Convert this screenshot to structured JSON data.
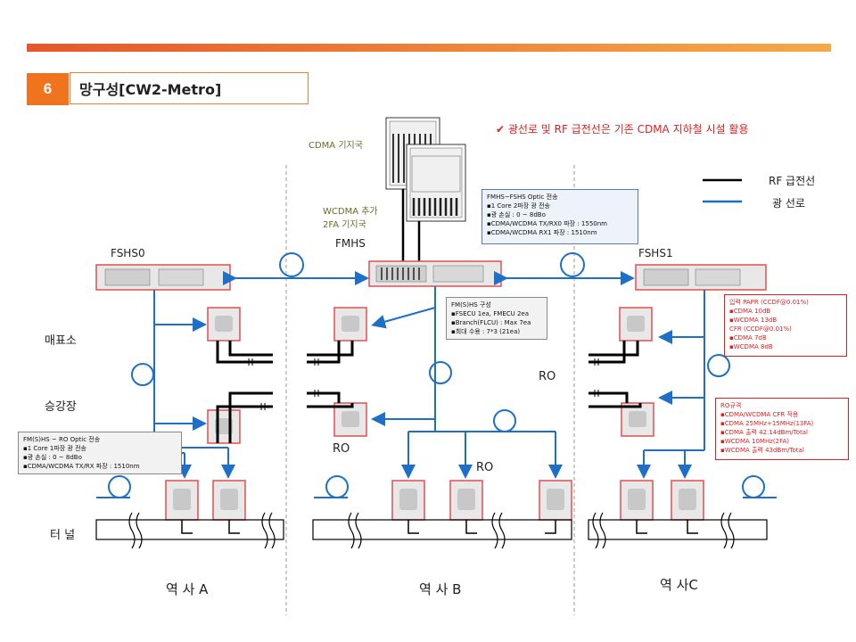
{
  "header": {
    "section_number": "6",
    "section_title": "망구성[CW2-Metro]"
  },
  "notice": "✔ 광선로 및 RF 급전선은 기존 CDMA 지하철 시설 활용",
  "legend": [
    {
      "label": "RF 급전선",
      "color": "#000000"
    },
    {
      "label": "광 선로",
      "color": "#1e6fc8"
    }
  ],
  "equipment": {
    "cdma_bts": "CDMA 기지국",
    "wcdma_bts_line1": "WCDMA 추가",
    "wcdma_bts_line2": "2FA 기지국",
    "fmhs": "FMHS",
    "fshs0": "FSHS0",
    "fshs1": "FSHS1"
  },
  "ro_labels": {
    "center": "RO",
    "left_mid": "RO",
    "center_low": "RO"
  },
  "row_labels": {
    "ticket": "매표소",
    "platform": "승강장",
    "tunnel": "터 널"
  },
  "stations": {
    "a": "역 사  A",
    "b": "역 사  B",
    "c": "역 사C"
  },
  "info_boxes": {
    "fmhs_fshs": {
      "title": "FMHS~FSHS Optic 전송",
      "lines": [
        "▪1 Core  2파장 광 전송",
        "▪광 손실 : 0 ~ 8dBo",
        "▪CDMA/WCDMA  TX/RX0  파장 : 1550nm",
        "▪CDMA/WCDMA  RX1  파장 : 1510nm"
      ]
    },
    "fmshs_config": {
      "title": "FM(S)HS 구성",
      "lines": [
        "▪FSECU 1ea, FMECU 2ea",
        "▪Branch(FLCU)   : Max 7ea",
        "▪최대 수용 : 7*3 (21ea)"
      ]
    },
    "fshs_ro": {
      "title": "FM(S)HS ~ RO Optic 전송",
      "lines": [
        "▪1 Core  1파장 광 전송",
        "▪광 손실 : 0 ~ 8dBo",
        "▪CDMA/WCDMA  TX/RX  파장 : 1510nm"
      ]
    },
    "papr": {
      "title": "입력 PAPR  (CCDF@0.01%)",
      "lines": [
        "▪CDMA  10dB",
        "▪WCDMA  13dB",
        "CFR (CCDF@0.01%)",
        "▪CDMA  7dB",
        "▪WCDMA  8dB"
      ]
    },
    "ro_spec": {
      "title": "RO규격",
      "lines": [
        "▪CDMA/WCDMA  CFR 적용",
        "▪CDMA 25MHz+15MHz(13FA)",
        "▪CDMA 출력 42.14dBm/Total",
        "▪WCDMA 10MHz(2FA)",
        "▪WCDMA 출력 43dBm/Total"
      ]
    }
  },
  "colors": {
    "fiber": "#1e6fc8",
    "rf": "#000000",
    "accent": "#f0741e",
    "alert": "#e02020"
  }
}
